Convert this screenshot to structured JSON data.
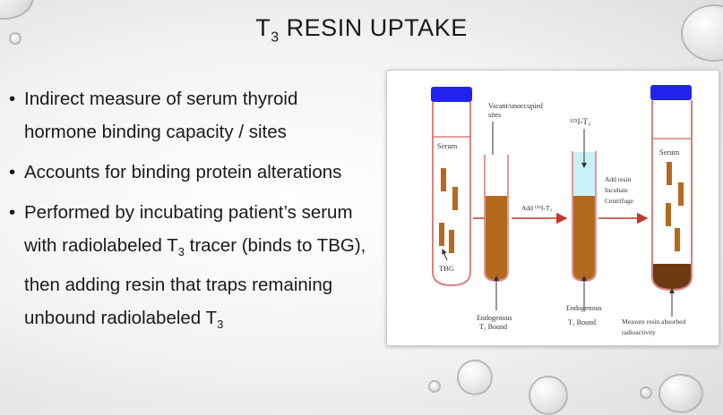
{
  "slide": {
    "title_prefix": "T",
    "title_sub": "3",
    "title_rest": " Resin Uptake"
  },
  "bullets": [
    {
      "text": "Indirect measure of serum thyroid hormone binding capacity / sites"
    },
    {
      "text": "Accounts for binding protein alterations"
    },
    {
      "text_a": "Performed by incubating patient’s serum with radiolabeled T",
      "sub_a": "3",
      "text_b": " tracer (binds to TBG), then adding resin that traps remaining unbound radiolabeled T",
      "sub_b": "3"
    }
  ],
  "diagram": {
    "serum_label_1": "Serum",
    "tbg_label": "TBG",
    "vacant_label_1": "Vacant/unoccupied",
    "vacant_label_2": "sites",
    "add_label": "Add ¹²⁵I-T₃",
    "i125_label": "¹²⁵I-T₃",
    "resin_label_1": "Add resin",
    "resin_label_2": "Incubate",
    "resin_label_3": "Centrifuge",
    "serum_label_2": "Serum",
    "endog_1a": "Endogenous",
    "endog_1b": "T₃ Bound",
    "endog_2a": "Endogenous",
    "endog_2b": "T₃ Bound",
    "measure_1": "Measure resin absorbed",
    "measure_2": "radioactivity"
  },
  "colors": {
    "cap_blue": "#2222ee",
    "tube_border": "#d98080",
    "serum_brown": "#b36a1f",
    "tracer_cyan": "#c8f2f7",
    "arrow_red": "#c0392b"
  }
}
